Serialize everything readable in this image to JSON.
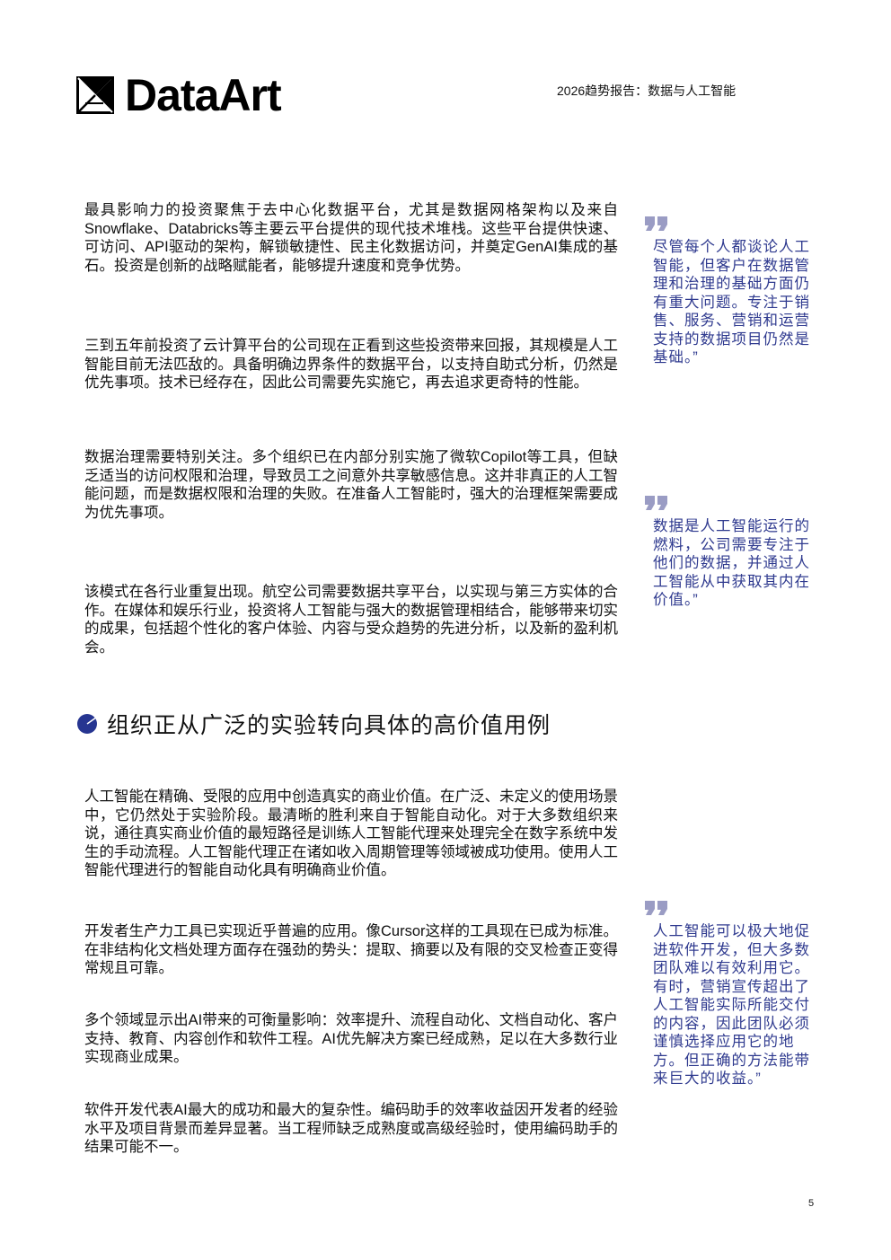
{
  "header": {
    "brand": "DataArt",
    "report_title": "2026趋势报告：数据与人工智能"
  },
  "paragraphs_top": [
    "最具影响力的投资聚焦于去中心化数据平台，尤其是数据网格架构以及来自Snowflake、Databricks等主要云平台提供的现代技术堆栈。这些平台提供快速、可访问、API驱动的架构，解锁敏捷性、民主化数据访问，并奠定GenAI集成的基石。投资是创新的战略赋能者，能够提升速度和竞争优势。",
    "三到五年前投资了云计算平台的公司现在正看到这些投资带来回报，其规模是人工智能目前无法匹敌的。具备明确边界条件的数据平台，以支持自助式分析，仍然是优先事项。技术已经存在，因此公司需要先实施它，再去追求更奇特的性能。",
    "数据治理需要特别关注。多个组织已在内部分别实施了微软Copilot等工具，但缺乏适当的访问权限和治理，导致员工之间意外共享敏感信息。这并非真正的人工智能问题，而是数据权限和治理的失败。在准备人工智能时，强大的治理框架需要成为优先事项。",
    "该模式在各行业重复出现。航空公司需要数据共享平台，以实现与第三方实体的合作。在媒体和娱乐行业，投资将人工智能与强大的数据管理相结合，能够带来切实的成果，包括超个性化的客户体验、内容与受众趋势的先进分析，以及新的盈利机会。"
  ],
  "section_heading": "组织正从广泛的实验转向具体的高价值用例",
  "paragraphs_bottom": [
    "人工智能在精确、受限的应用中创造真实的商业价值。在广泛、未定义的使用场景中，它仍然处于实验阶段。最清晰的胜利来自于智能自动化。对于大多数组织来说，通往真实商业价值的最短路径是训练人工智能代理来处理完全在数字系统中发生的手动流程。人工智能代理正在诸如收入周期管理等领域被成功使用。使用人工智能代理进行的智能自动化具有明确商业价值。",
    "开发者生产力工具已实现近乎普遍的应用。像Cursor这样的工具现在已成为标准。在非结构化文档处理方面存在强劲的势头：提取、摘要以及有限的交叉检查正变得常规且可靠。",
    "多个领域显示出AI带来的可衡量影响：效率提升、流程自动化、文档自动化、客户支持、教育、内容创作和软件工程。AI优先解决方案已经成熟，足以在大多数行业实现商业成果。",
    "软件开发代表AI最大的成功和最大的复杂性。编码助手的效率收益因开发者的经验水平及项目背景而差异显著。当工程师缺乏成熟度或高级经验时，使用编码助手的结果可能不一。"
  ],
  "quotes": [
    "尽管每个人都谈论人工智能，但客户在数据管理和治理的基础方面仍有重大问题。专注于销售、服务、营销和运营支持的数据项目仍然是基础。”",
    "数据是人工智能运行的燃料，公司需要专注于他们的数据，并通过人工智能从中获取其内在价值。”",
    "人工智能可以极大地促进软件开发，但大多数团队难以有效利用它。有时，营销宣传超出了人工智能实际所能交付的内容，因此团队必须谨慎选择应用它的地方。但正确的方法能带来巨大的收益。”"
  ],
  "page_number": "5",
  "colors": {
    "accent": "#2f3a8f",
    "quote_mark": "#9a9cc4",
    "heading_icon": "#263591"
  }
}
